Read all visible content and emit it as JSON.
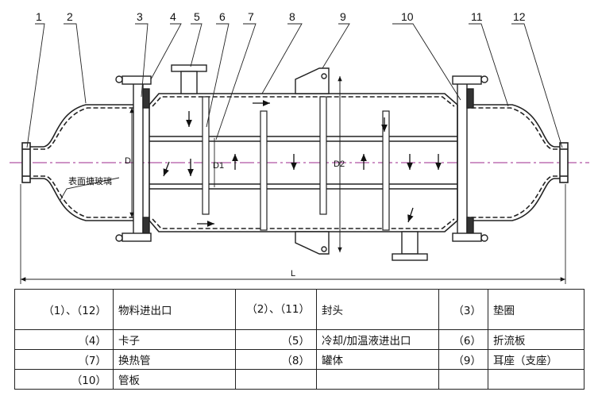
{
  "callouts": [
    "1",
    "2",
    "3",
    "4",
    "5",
    "6",
    "7",
    "8",
    "9",
    "10",
    "11",
    "12"
  ],
  "dimensions": {
    "overall_length": "L",
    "shell_diameter": "D",
    "inner_diameter_1": "D1",
    "inner_diameter_2": "D2"
  },
  "annotation": "表面搪玻璃",
  "colors": {
    "line": "#222222",
    "centerline": "#9c2a8c",
    "flow_arrow": "#111111"
  },
  "legend": {
    "rows": [
      [
        {
          "num": "（1）、（12）",
          "name": "物料进出口"
        },
        {
          "num": "（2）、（11）",
          "name": "封头"
        },
        {
          "num": "（3）",
          "name": "垫圈"
        }
      ],
      [
        {
          "num": "（4）",
          "name": "卡子"
        },
        {
          "num": "（5）",
          "name": "冷却/加温液进出口"
        },
        {
          "num": "（6）",
          "name": "折流板"
        }
      ],
      [
        {
          "num": "（7）",
          "name": "换热管"
        },
        {
          "num": "（8）",
          "name": "罐体"
        },
        {
          "num": "（9）",
          "name": "耳座（支座）"
        }
      ],
      [
        {
          "num": "（10）",
          "name": "管板"
        },
        {
          "num": "",
          "name": ""
        },
        {
          "num": "",
          "name": ""
        }
      ]
    ]
  }
}
